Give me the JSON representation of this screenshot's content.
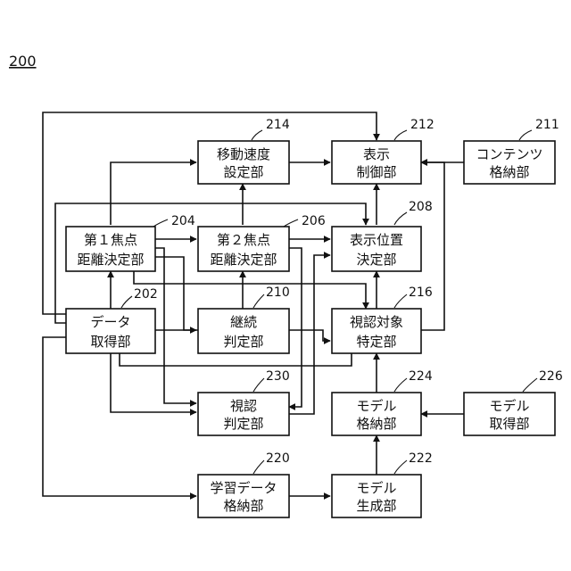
{
  "figure": {
    "label": "200"
  },
  "blocks": {
    "b211": {
      "ref": "211",
      "line1": "コンテンツ",
      "line2": "格納部"
    },
    "b212": {
      "ref": "212",
      "line1": "表示",
      "line2": "制御部"
    },
    "b214": {
      "ref": "214",
      "line1": "移動速度",
      "line2": "設定部"
    },
    "b204": {
      "ref": "204",
      "line1": "第１焦点",
      "line2": "距離決定部"
    },
    "b206": {
      "ref": "206",
      "line1": "第２焦点",
      "line2": "距離決定部"
    },
    "b208": {
      "ref": "208",
      "line1": "表示位置",
      "line2": "決定部"
    },
    "b202": {
      "ref": "202",
      "line1": "データ",
      "line2": "取得部"
    },
    "b210": {
      "ref": "210",
      "line1": "継続",
      "line2": "判定部"
    },
    "b216": {
      "ref": "216",
      "line1": "視認対象",
      "line2": "特定部"
    },
    "b230": {
      "ref": "230",
      "line1": "視認",
      "line2": "判定部"
    },
    "b224": {
      "ref": "224",
      "line1": "モデル",
      "line2": "格納部"
    },
    "b226": {
      "ref": "226",
      "line1": "モデル",
      "line2": "取得部"
    },
    "b220": {
      "ref": "220",
      "line1": "学習データ",
      "line2": "格納部"
    },
    "b222": {
      "ref": "222",
      "line1": "モデル",
      "line2": "生成部"
    }
  }
}
